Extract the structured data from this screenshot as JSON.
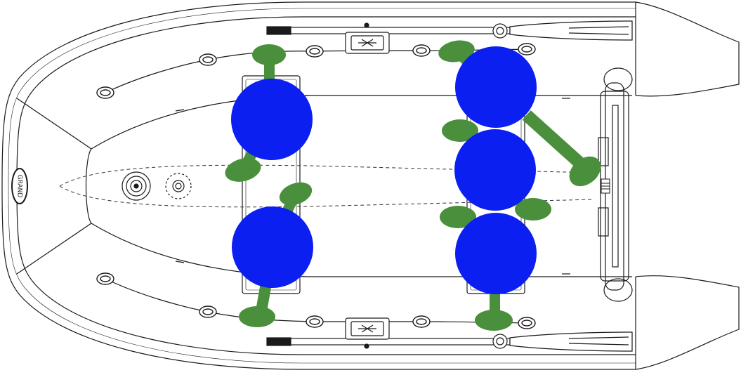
{
  "diagram": {
    "brand_label": "GRAND",
    "colors": {
      "outline": "#1a1a1a",
      "hull": "#ffffff",
      "person": "#0a1ff0",
      "limb": "#4a8f3b",
      "dashed": "#333333"
    },
    "people_count": 5,
    "oar_count": 2
  }
}
